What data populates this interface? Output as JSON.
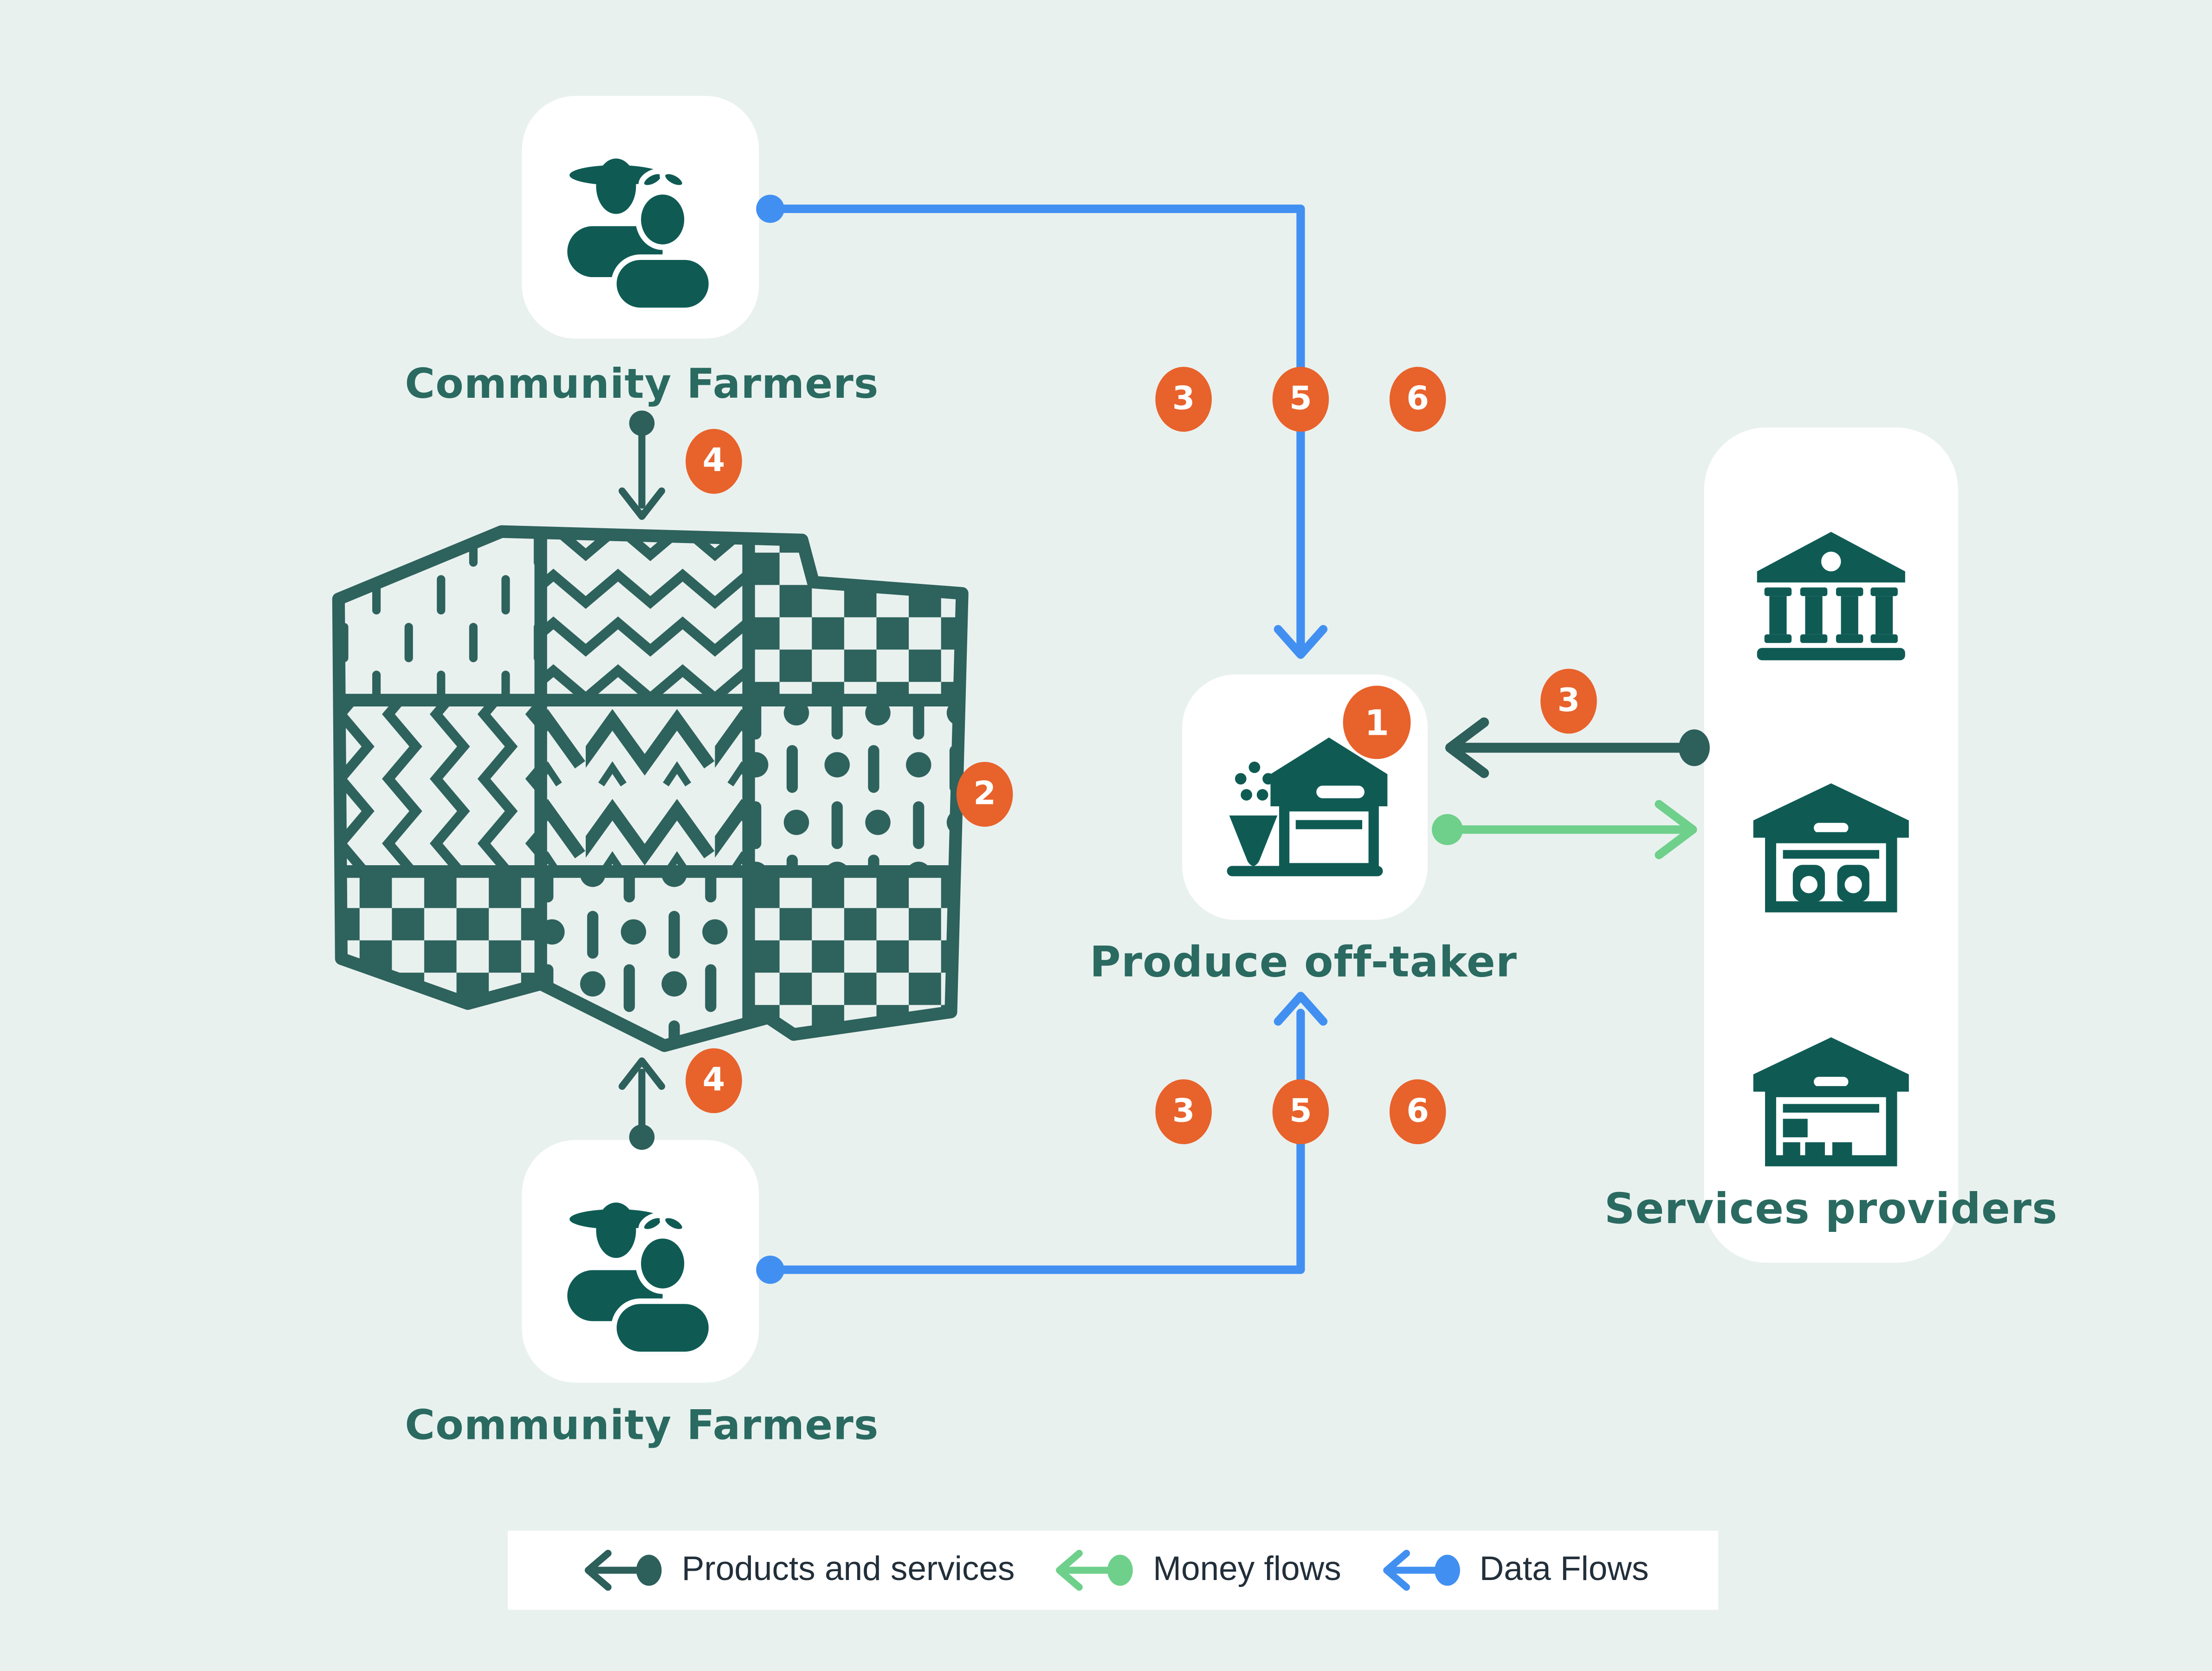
{
  "colors": {
    "background": "#e9f1ef",
    "card": "#ffffff",
    "icon_teal": "#0f5b54",
    "label_teal": "#2a6a60",
    "map_teal": "#2e625c",
    "badge_orange": "#e8622b",
    "data_blue": "#4190f1",
    "money_green": "#6ed08b",
    "products_teal": "#2d5f5b",
    "legend_text": "#212f3a"
  },
  "nodes": {
    "farmers_top": {
      "label": "Community Farmers"
    },
    "farmers_bottom": {
      "label": "Community Farmers"
    },
    "produce": {
      "label": "Produce off-taker"
    },
    "services": {
      "label": "Services providers"
    }
  },
  "badges": {
    "map_top": "4",
    "map_bottom": "4",
    "map_side": "2",
    "produce": "1",
    "services_route": "3",
    "data_top": [
      "3",
      "5",
      "6"
    ],
    "data_bottom": [
      "3",
      "5",
      "6"
    ]
  },
  "legend": {
    "items": [
      {
        "label": "Products and services",
        "color": "#2d5f5b"
      },
      {
        "label": "Money flows",
        "color": "#6ed08b"
      },
      {
        "label": "Data Flows",
        "color": "#4190f1"
      }
    ]
  }
}
